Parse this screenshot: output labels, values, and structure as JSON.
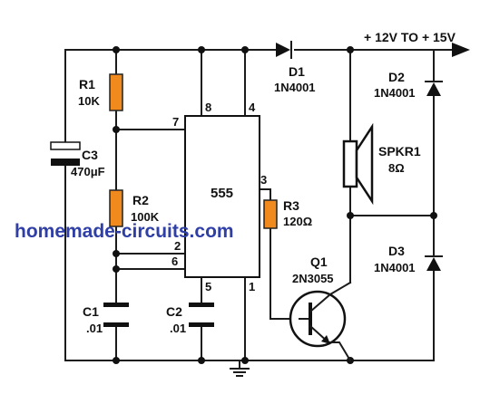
{
  "supply": {
    "label": "+ 12V TO + 15V"
  },
  "ic": {
    "name": "555",
    "pins": [
      "8",
      "4",
      "7",
      "3",
      "2",
      "6",
      "5",
      "1"
    ]
  },
  "components": {
    "r1": {
      "ref": "R1",
      "value": "10K"
    },
    "r2": {
      "ref": "R2",
      "value": "100K"
    },
    "r3": {
      "ref": "R3",
      "value": "120Ω"
    },
    "c1": {
      "ref": "C1",
      "value": ".01"
    },
    "c2": {
      "ref": "C2",
      "value": ".01"
    },
    "c3": {
      "ref": "C3",
      "value": "470μF"
    },
    "d1": {
      "ref": "D1",
      "value": "1N4001"
    },
    "d2": {
      "ref": "D2",
      "value": "1N4001"
    },
    "d3": {
      "ref": "D3",
      "value": "1N4001"
    },
    "q1": {
      "ref": "Q1",
      "value": "2N3055"
    },
    "spkr1": {
      "ref": "SPKR1",
      "value": "8Ω"
    }
  },
  "watermark": {
    "text": "homemade-circuits.com"
  },
  "colors": {
    "resistor": "#f0891e",
    "wire": "#1b1b1b",
    "watermark": "#2f3fa6"
  }
}
